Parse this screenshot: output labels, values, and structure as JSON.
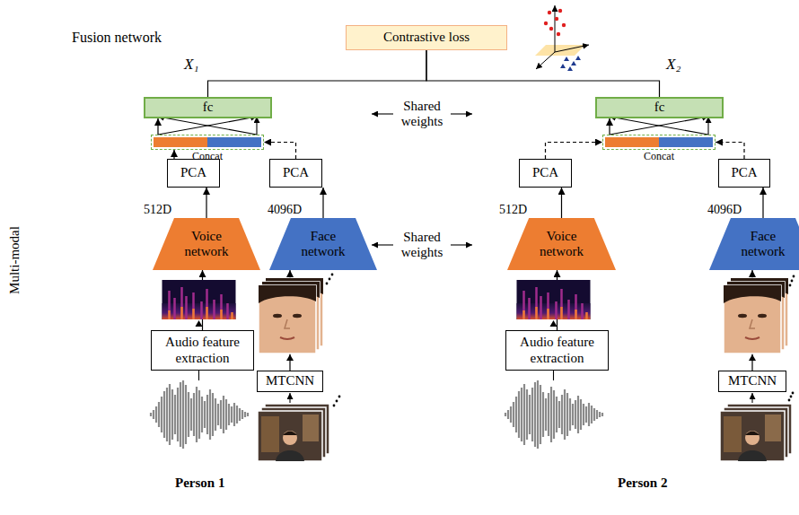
{
  "diagram": {
    "nodes": [
      {
        "text": [
          "Contrastive loss"
        ]
      },
      {
        "text": [
          "fc"
        ]
      },
      {
        "text": [
          "Concat"
        ]
      },
      {
        "text": [
          "fc"
        ]
      },
      {
        "text": [
          "Concat"
        ]
      },
      {
        "text": [
          "PCA"
        ]
      },
      {
        "text": [
          "PCA"
        ]
      },
      {
        "text": [
          "PCA"
        ]
      },
      {
        "text": [
          "PCA"
        ]
      },
      {
        "text": [
          "Voice network"
        ]
      },
      {
        "text": [
          "Face network"
        ]
      },
      {
        "text": [
          "Voice network"
        ]
      },
      {
        "text": [
          "Face network"
        ]
      },
      {
        "text": [
          "Audio feature extraction"
        ]
      },
      {
        "text": [
          "MTCNN"
        ]
      },
      {
        "text": [
          "Audio feature extraction"
        ]
      },
      {
        "text": [
          "MTCNN"
        ]
      }
    ],
    "edges": [
      {
        "from": 1,
        "to": 0,
        "arrow": "none"
      },
      {
        "from": 3,
        "to": 0,
        "arrow": "none"
      },
      {
        "from": 2,
        "to": 1,
        "arrow": "to"
      },
      {
        "from": 4,
        "to": 3,
        "arrow": "to"
      },
      {
        "from": 5,
        "to": 2,
        "arrow": "to"
      },
      {
        "from": 6,
        "to": 2,
        "arrow": "to"
      },
      {
        "from": 7,
        "to": 4,
        "arrow": "to"
      },
      {
        "from": 8,
        "to": 4,
        "arrow": "to"
      },
      {
        "from": 9,
        "to": 5,
        "arrow": "to"
      },
      {
        "from": 10,
        "to": 6,
        "arrow": "to"
      },
      {
        "from": 11,
        "to": 7,
        "arrow": "to"
      },
      {
        "from": 12,
        "to": 8,
        "arrow": "to"
      },
      {
        "from": 13,
        "to": 9,
        "arrow": "to"
      },
      {
        "from": 14,
        "to": 10,
        "arrow": "to"
      },
      {
        "from": 15,
        "to": 11,
        "arrow": "to"
      },
      {
        "from": 16,
        "to": 12,
        "arrow": "to"
      }
    ],
    "labels": [
      "Fusion network",
      "X₁",
      "X₂",
      "Shared weights",
      "Shared weights",
      "Multi-modal",
      "512D",
      "4096D",
      "512D",
      "4096D",
      "Person 1",
      "Person 2"
    ]
  }
}
